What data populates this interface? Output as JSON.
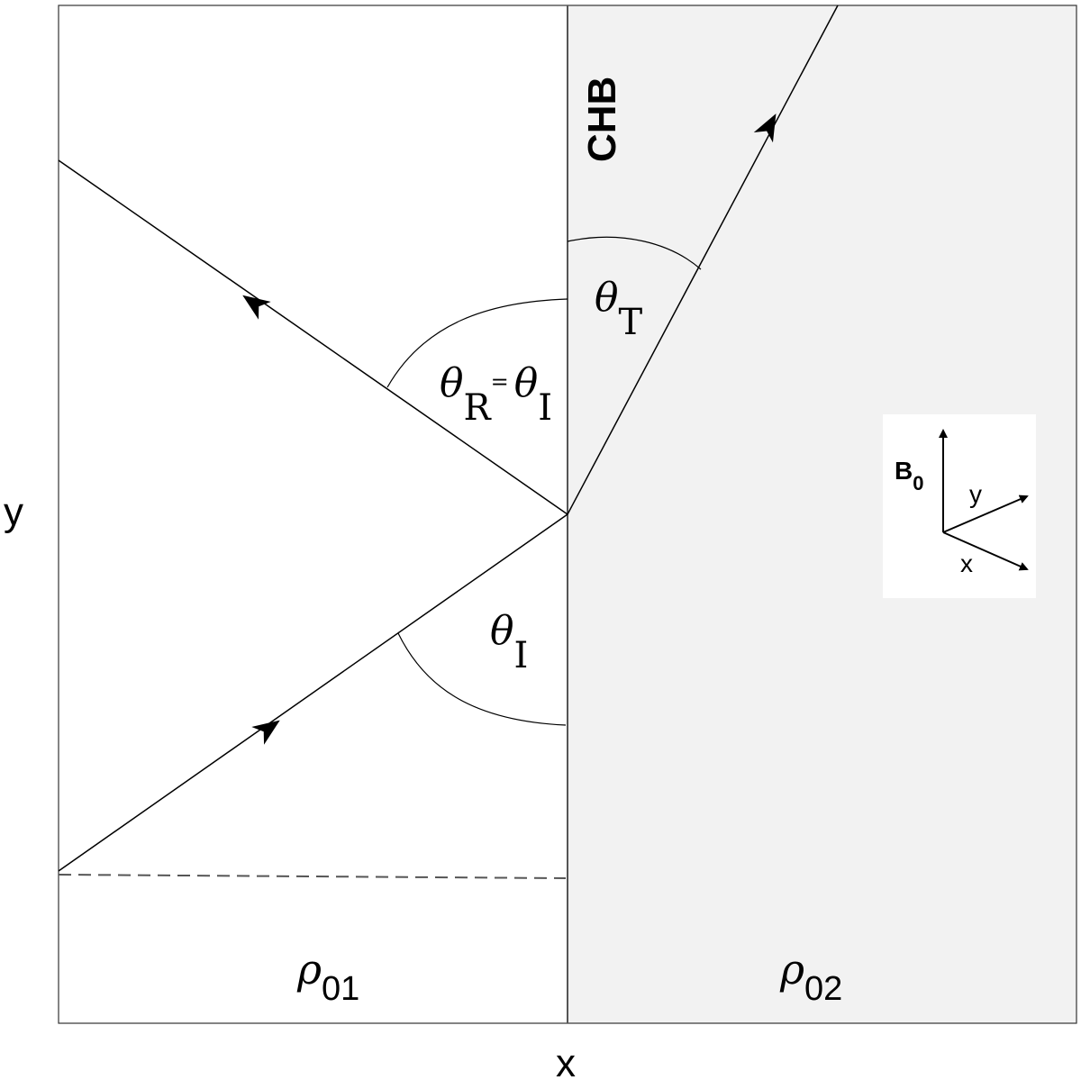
{
  "diagram": {
    "axes": {
      "x_label": "x",
      "y_label": "y"
    },
    "boundary_label": "CHB",
    "regions": {
      "left_density": {
        "symbol": "ρ",
        "subscript": "01"
      },
      "right_density": {
        "symbol": "ρ",
        "subscript": "02"
      }
    },
    "angles": {
      "incident": {
        "symbol": "θ",
        "subscript": "I"
      },
      "reflected": {
        "symbol": "θ",
        "subscript": "R",
        "equals": "=",
        "symbol2": "θ",
        "subscript2": "I"
      },
      "transmitted": {
        "symbol": "θ",
        "subscript": "T"
      }
    },
    "inset": {
      "field_label": "B",
      "field_subscript": "0",
      "axis_y": "y",
      "axis_x": "x"
    },
    "colors": {
      "line": "#000000",
      "boundary": "#555555",
      "right_region_fill": "#f2f2f2",
      "inset_fill": "#ffffff",
      "dashed": "#555555"
    }
  }
}
